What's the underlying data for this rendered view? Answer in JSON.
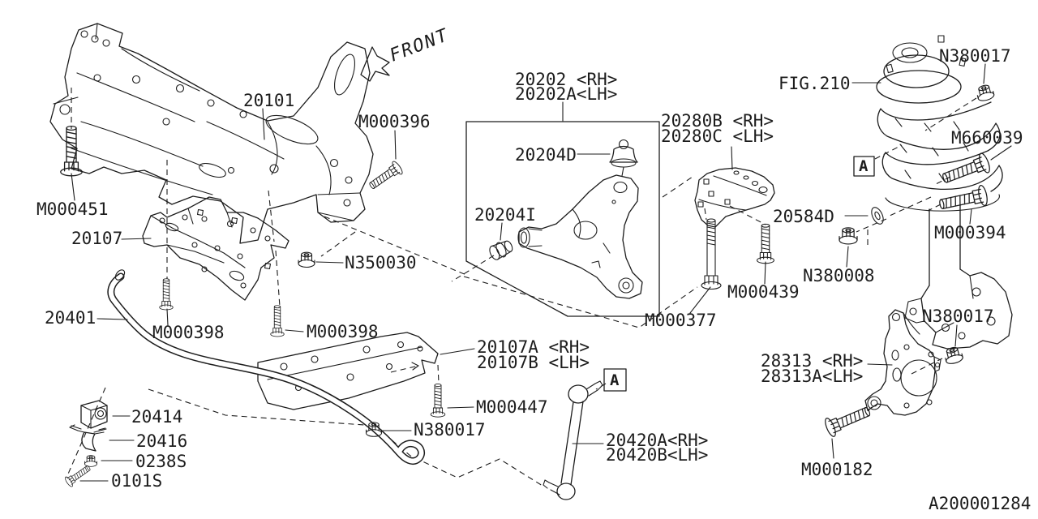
{
  "colors": {
    "ink": "#1c1c1c",
    "paper": "#ffffff"
  },
  "front_arrow": {
    "label": "FRONT"
  },
  "figure": {
    "reference": "FIG.210",
    "detail_marker": "A",
    "drawing_number": "A200001284"
  },
  "parts": {
    "p20101": "20101",
    "m000396": "M000396",
    "m000451": "M000451",
    "p20107": "20107",
    "n350030": "N350030",
    "p20401": "20401",
    "m000398": "M000398",
    "p20107a_rh": "20107A <RH>",
    "p20107b_lh": "20107B <LH>",
    "m000447": "M000447",
    "n380017": "N380017",
    "p20414": "20414",
    "p20416": "20416",
    "p0238s": "0238S",
    "p0101s": "0101S",
    "p20420a_rh": "20420A<RH>",
    "p20420b_lh": "20420B<LH>",
    "p20202_rh": "20202 <RH>",
    "p20202a_lh": "20202A<LH>",
    "p20204d": "20204D",
    "p20204i": "20204I",
    "p20280b_rh": "20280B <RH>",
    "p20280c_lh": "20280C <LH>",
    "m000377": "M000377",
    "m000439": "M000439",
    "n380008": "N380008",
    "p20584d": "20584D",
    "m660039": "M660039",
    "m000394": "M000394",
    "p28313_rh": "28313 <RH>",
    "p28313a_lh": "28313A<LH>",
    "m000182": "M000182"
  }
}
